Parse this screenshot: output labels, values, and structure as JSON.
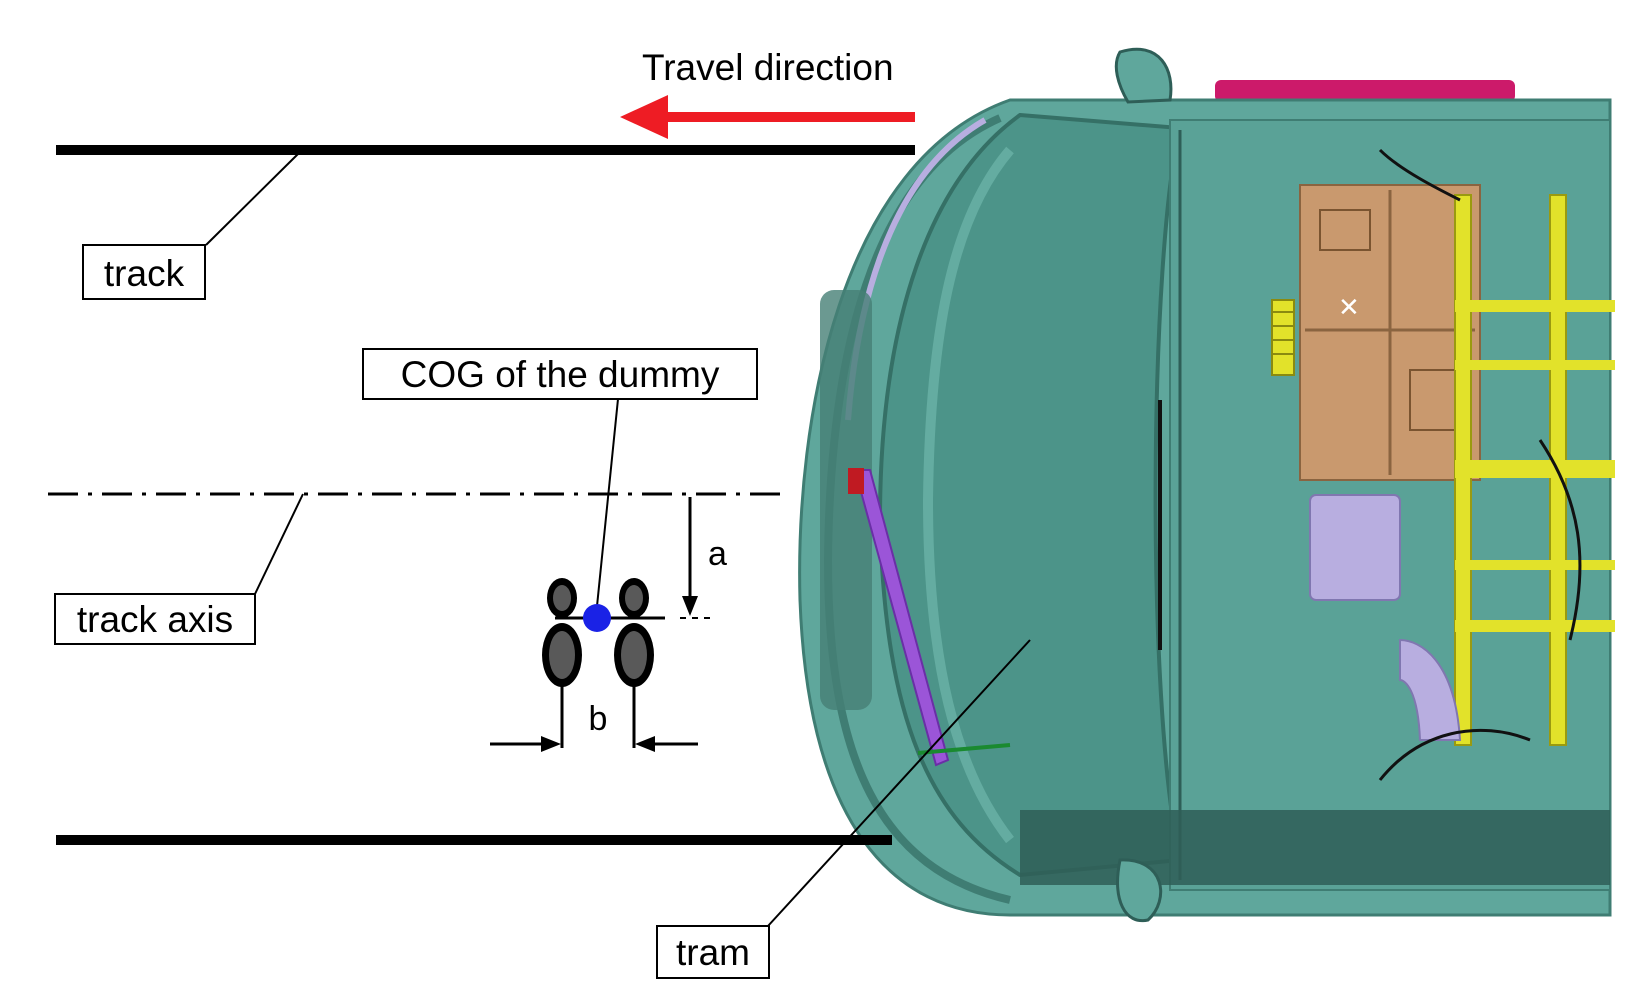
{
  "labels": {
    "travel_direction": "Travel direction",
    "track": "track",
    "cog": "COG of the dummy",
    "track_axis": "track axis",
    "tram": "tram",
    "dim_a": "a",
    "dim_b": "b"
  },
  "colors": {
    "arrow": "#ee1c24",
    "cog_marker": "#1a22e6",
    "tram_body": "#5fa79c",
    "tram_dark": "#3f7d73",
    "tram_glass": "#4c9489",
    "underfloor_tan": "#c9996e",
    "underfloor_yellow": "#e2e22a",
    "trim_magenta": "#cc1a6a",
    "violet_part": "#9b55d8",
    "lilac_part": "#b8aee0"
  }
}
